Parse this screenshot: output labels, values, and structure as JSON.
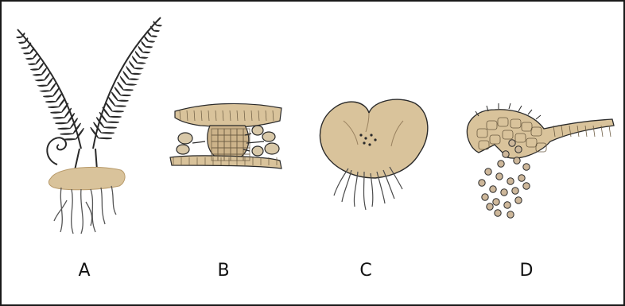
{
  "figure": {
    "labels": [
      "A",
      "B",
      "C",
      "D"
    ],
    "colors": {
      "tissue_fill": "#d9c39b",
      "tissue_dark": "#b89a6a",
      "outline": "#2a2a2a",
      "spore": "#cdb79a"
    }
  }
}
